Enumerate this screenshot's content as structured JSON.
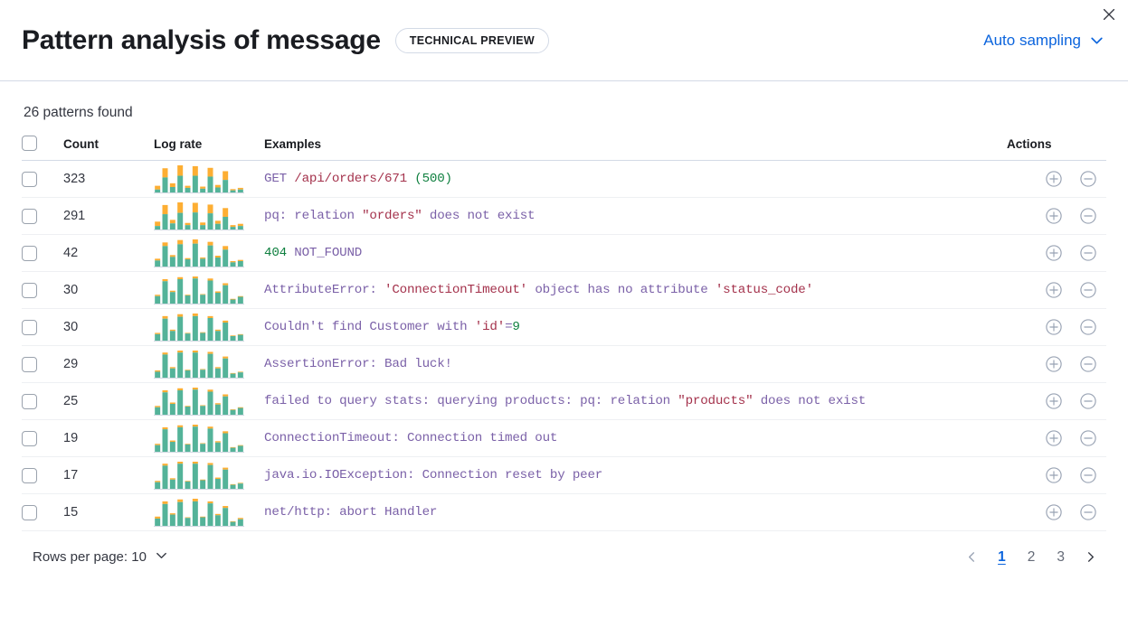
{
  "header": {
    "title": "Pattern analysis of message",
    "badge": "TECHNICAL PREVIEW",
    "sampling_label": "Auto sampling",
    "sampling_icon": "chevron-down-icon",
    "close_icon": "close-icon"
  },
  "summary": {
    "patterns_found": "26 patterns found"
  },
  "table": {
    "columns": {
      "select": "",
      "count": "Count",
      "log_rate": "Log rate",
      "examples": "Examples",
      "actions": "Actions"
    },
    "action_icons": {
      "filter_in": "circle-plus-icon",
      "filter_out": "circle-minus-icon"
    },
    "rows": [
      {
        "count": "323",
        "example_text": "GET /api/orders/671 (500)",
        "tokens": [
          {
            "t": "GET ",
            "c": "base"
          },
          {
            "t": "/api/orders/671 ",
            "c": "str"
          },
          {
            "t": "(500)",
            "c": "num"
          }
        ],
        "log_rate": {
          "teal": [
            7,
            36,
            13,
            40,
            11,
            40,
            9,
            38,
            12,
            30,
            5,
            7
          ],
          "orange": [
            9,
            22,
            9,
            25,
            5,
            23,
            5,
            21,
            6,
            21,
            3,
            4
          ]
        }
      },
      {
        "count": "291",
        "example_text": "pq: relation \"orders\" does not exist",
        "tokens": [
          {
            "t": "pq: relation ",
            "c": "base"
          },
          {
            "t": "\"orders\"",
            "c": "str"
          },
          {
            "t": " does not exist",
            "c": "base"
          }
        ],
        "log_rate": {
          "teal": [
            8,
            35,
            14,
            38,
            10,
            39,
            10,
            37,
            13,
            29,
            6,
            8
          ],
          "orange": [
            10,
            21,
            8,
            24,
            5,
            22,
            6,
            20,
            7,
            20,
            4,
            5
          ]
        }
      },
      {
        "count": "42",
        "example_text": "404 NOT_FOUND",
        "tokens": [
          {
            "t": "404",
            "c": "num"
          },
          {
            "t": " NOT_FOUND",
            "c": "base"
          }
        ],
        "log_rate": {
          "teal": [
            10,
            34,
            16,
            37,
            12,
            38,
            13,
            35,
            15,
            28,
            7,
            9
          ],
          "orange": [
            3,
            6,
            3,
            7,
            2,
            7,
            2,
            6,
            3,
            6,
            2,
            2
          ]
        }
      },
      {
        "count": "30",
        "example_text": "AttributeError: 'ConnectionTimeout' object has no attribute 'status_code'",
        "tokens": [
          {
            "t": "AttributeError: ",
            "c": "base"
          },
          {
            "t": "'ConnectionTimeout'",
            "c": "str"
          },
          {
            "t": " object has no attribute ",
            "c": "base"
          },
          {
            "t": "'status_code'",
            "c": "str"
          }
        ],
        "log_rate": {
          "teal": [
            11,
            33,
            17,
            36,
            12,
            37,
            13,
            34,
            16,
            27,
            6,
            10
          ],
          "orange": [
            2,
            3,
            2,
            3,
            1,
            3,
            1,
            3,
            2,
            3,
            1,
            1
          ]
        }
      },
      {
        "count": "30",
        "example_text": "Couldn't find Customer with 'id'=9",
        "tokens": [
          {
            "t": "Couldn't find Customer with ",
            "c": "base"
          },
          {
            "t": "'id'",
            "c": "str"
          },
          {
            "t": "=",
            "c": "base"
          },
          {
            "t": "9",
            "c": "num"
          }
        ],
        "log_rate": {
          "teal": [
            10,
            34,
            15,
            37,
            11,
            38,
            12,
            35,
            15,
            28,
            7,
            9
          ],
          "orange": [
            2,
            4,
            2,
            4,
            1,
            4,
            1,
            3,
            2,
            3,
            1,
            1
          ]
        }
      },
      {
        "count": "29",
        "example_text": "AssertionError: Bad luck!",
        "tokens": [
          {
            "t": "AssertionError: Bad luck!",
            "c": "base"
          }
        ],
        "log_rate": {
          "teal": [
            9,
            35,
            14,
            38,
            11,
            38,
            12,
            36,
            14,
            29,
            6,
            8
          ],
          "orange": [
            2,
            3,
            2,
            3,
            1,
            3,
            1,
            3,
            2,
            3,
            1,
            1
          ]
        }
      },
      {
        "count": "25",
        "example_text": "failed to query stats: querying products: pq: relation \"products\" does not exist",
        "tokens": [
          {
            "t": "failed to query stats: querying products: pq: relation ",
            "c": "base"
          },
          {
            "t": "\"products\"",
            "c": "str"
          },
          {
            "t": " does not exist",
            "c": "base"
          }
        ],
        "log_rate": {
          "teal": [
            11,
            33,
            16,
            36,
            12,
            37,
            13,
            34,
            15,
            27,
            7,
            10
          ],
          "orange": [
            2,
            3,
            2,
            3,
            1,
            3,
            1,
            3,
            2,
            3,
            1,
            1
          ]
        }
      },
      {
        "count": "19",
        "example_text": "ConnectionTimeout: Connection timed out",
        "tokens": [
          {
            "t": "ConnectionTimeout: Connection timed out",
            "c": "base"
          }
        ],
        "log_rate": {
          "teal": [
            10,
            34,
            15,
            37,
            11,
            38,
            12,
            35,
            14,
            28,
            6,
            9
          ],
          "orange": [
            2,
            3,
            2,
            3,
            1,
            3,
            1,
            3,
            2,
            3,
            1,
            1
          ]
        }
      },
      {
        "count": "17",
        "example_text": "java.io.IOException: Connection reset by peer",
        "tokens": [
          {
            "t": "java.io.IOException: Connection reset by peer",
            "c": "base"
          }
        ],
        "log_rate": {
          "teal": [
            10,
            35,
            14,
            38,
            11,
            38,
            13,
            36,
            15,
            29,
            6,
            8
          ],
          "orange": [
            2,
            3,
            2,
            3,
            1,
            3,
            1,
            3,
            2,
            3,
            1,
            1
          ]
        }
      },
      {
        "count": "15",
        "example_text": "net/http: abort Handler",
        "tokens": [
          {
            "t": "net/http: abort Handler",
            "c": "base"
          }
        ],
        "log_rate": {
          "teal": [
            11,
            33,
            17,
            36,
            12,
            37,
            13,
            34,
            16,
            27,
            6,
            10
          ],
          "orange": [
            3,
            4,
            2,
            4,
            1,
            4,
            1,
            3,
            2,
            3,
            1,
            2
          ]
        }
      }
    ]
  },
  "footer": {
    "rows_per_page_label": "Rows per page: 10",
    "rows_per_page_icon": "chevron-down-icon",
    "prev_icon": "chevron-left-icon",
    "next_icon": "chevron-right-icon",
    "pages": [
      "1",
      "2",
      "3"
    ],
    "active_page": "1"
  },
  "colors": {
    "accent": "#0b64dd",
    "spark_teal": "#54b399",
    "spark_orange": "#fdae33",
    "text_purple": "#7b61a8",
    "text_string": "#a4324c",
    "text_number": "#108040",
    "border": "#d3dae6"
  }
}
